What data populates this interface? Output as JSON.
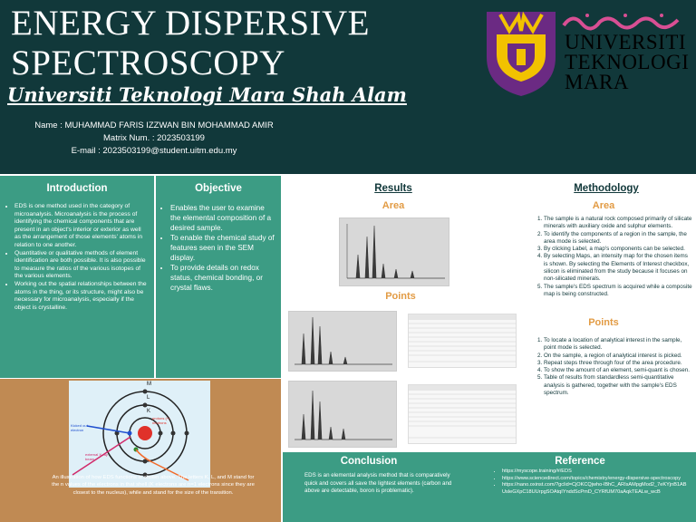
{
  "header": {
    "title_line1": "ENERGY DISPERSIVE",
    "title_line2": "SPECTROSCOPY",
    "university": "Universiti Teknologi Mara Shah Alam",
    "name": "Name : MUHAMMAD FARIS IZZWAN BIN MOHAMMAD AMIR",
    "matrix": "Matrix Num. : 2023503199",
    "email": "E-mail : 2023503199@student.uitm.edu.my"
  },
  "logo": {
    "word1": "UNIVERSITI",
    "word2": "TEKNOLOGI",
    "word3": "MARA",
    "colors": {
      "purple": "#6b2a83",
      "gold": "#f2c200",
      "script": "#d84f94"
    }
  },
  "introduction": {
    "heading": "Introduction",
    "items": [
      "EDS is one method used in the category of microanalysis. Microanalysis is the process of identifying the chemical components that are present in an object's interior or exterior as well as the arrangement of those elements' atoms in relation to one another.",
      "Quantitative or qualitative methods of element identification are both possible. It is also possible to measure the ratios of the various isotopes of the various elements.",
      "Working out the spatial relationships between the atoms in the thing, or its structure, might also be necessary for microanalysis, especially if the object is crystalline."
    ]
  },
  "objective": {
    "heading": "Objective",
    "items": [
      "Enables the user to examine the elemental composition of a desired sample.",
      " To enable the chemical study of features seen in the SEM display.",
      "To provide details on redox status, chemical bonding, or crystal flaws."
    ]
  },
  "diagram": {
    "caption": "An illustration of how EDS functions is shown above. The letters K, L, and M stand for the n values of the electrons in that shell (K electrons are n=1 electrons since they are closest to the nucleus), while and stand for the size of the transition.",
    "shell_labels": [
      "K",
      "L",
      "M"
    ],
    "labels": {
      "nucleus": "protons (+) neutrons",
      "kicked": "Kicked out electron",
      "external": "external X-ray beam"
    }
  },
  "results": {
    "heading": "Results",
    "area_label": "Area",
    "points_label": "Points"
  },
  "methodology": {
    "heading": "Methodology",
    "area_label": "Area",
    "area_steps": [
      "The sample is a natural rock composed primarily of silicate minerals with auxiliary oxide and sulphur elements.",
      "To identify the components of a region in the sample, the area mode is selected.",
      "By clicking Label, a map's components can be selected.",
      "By selecting Maps, an intensity map for the chosen items is shown. By selecting the Elements of Interest checkbox, silicon is eliminated from the study because it focuses on non-silicated minerals.",
      "The sample's EDS spectrum is acquired while a composite map is being constructed."
    ],
    "points_label": "Points",
    "points_steps": [
      "To locate a location of analytical interest in the sample, point mode is selected.",
      "On the sample, a region of analytical interest is picked.",
      "Repeat steps three through four of the area procedure.",
      "To show the amount of an element, semi-quant is chosen.",
      "Table of results from standardless semi-quantitative analysis is gathered, together with the sample's EDS spectrum."
    ]
  },
  "conclusion": {
    "heading": "Conclusion",
    "body": "EDS is an elemental analysis method that is comparatively quick and covers all save the lightest elements (carbon and above are detectable, boron is problematic)."
  },
  "reference": {
    "heading": "Reference",
    "items": [
      "https://myscope.training/#/EDS",
      "https://www.sciencedirect.com/topics/chemistry/energy-dispersive-spectroscopy",
      "https://nano.oxinst.com/?gclid=CjOKCQjwho-lBhC_ARIsAMpgMod2_7eKYjnB1ABUsleGXpC18UUrpgSOAtqIYnddScPmD_CYRfUM70aAqkTEALw_wcB"
    ]
  },
  "colors": {
    "header_bg": "#11383a",
    "panel_green": "#3c9c84",
    "panel_tan": "#c08a53",
    "accent_orange": "#e29b44"
  }
}
